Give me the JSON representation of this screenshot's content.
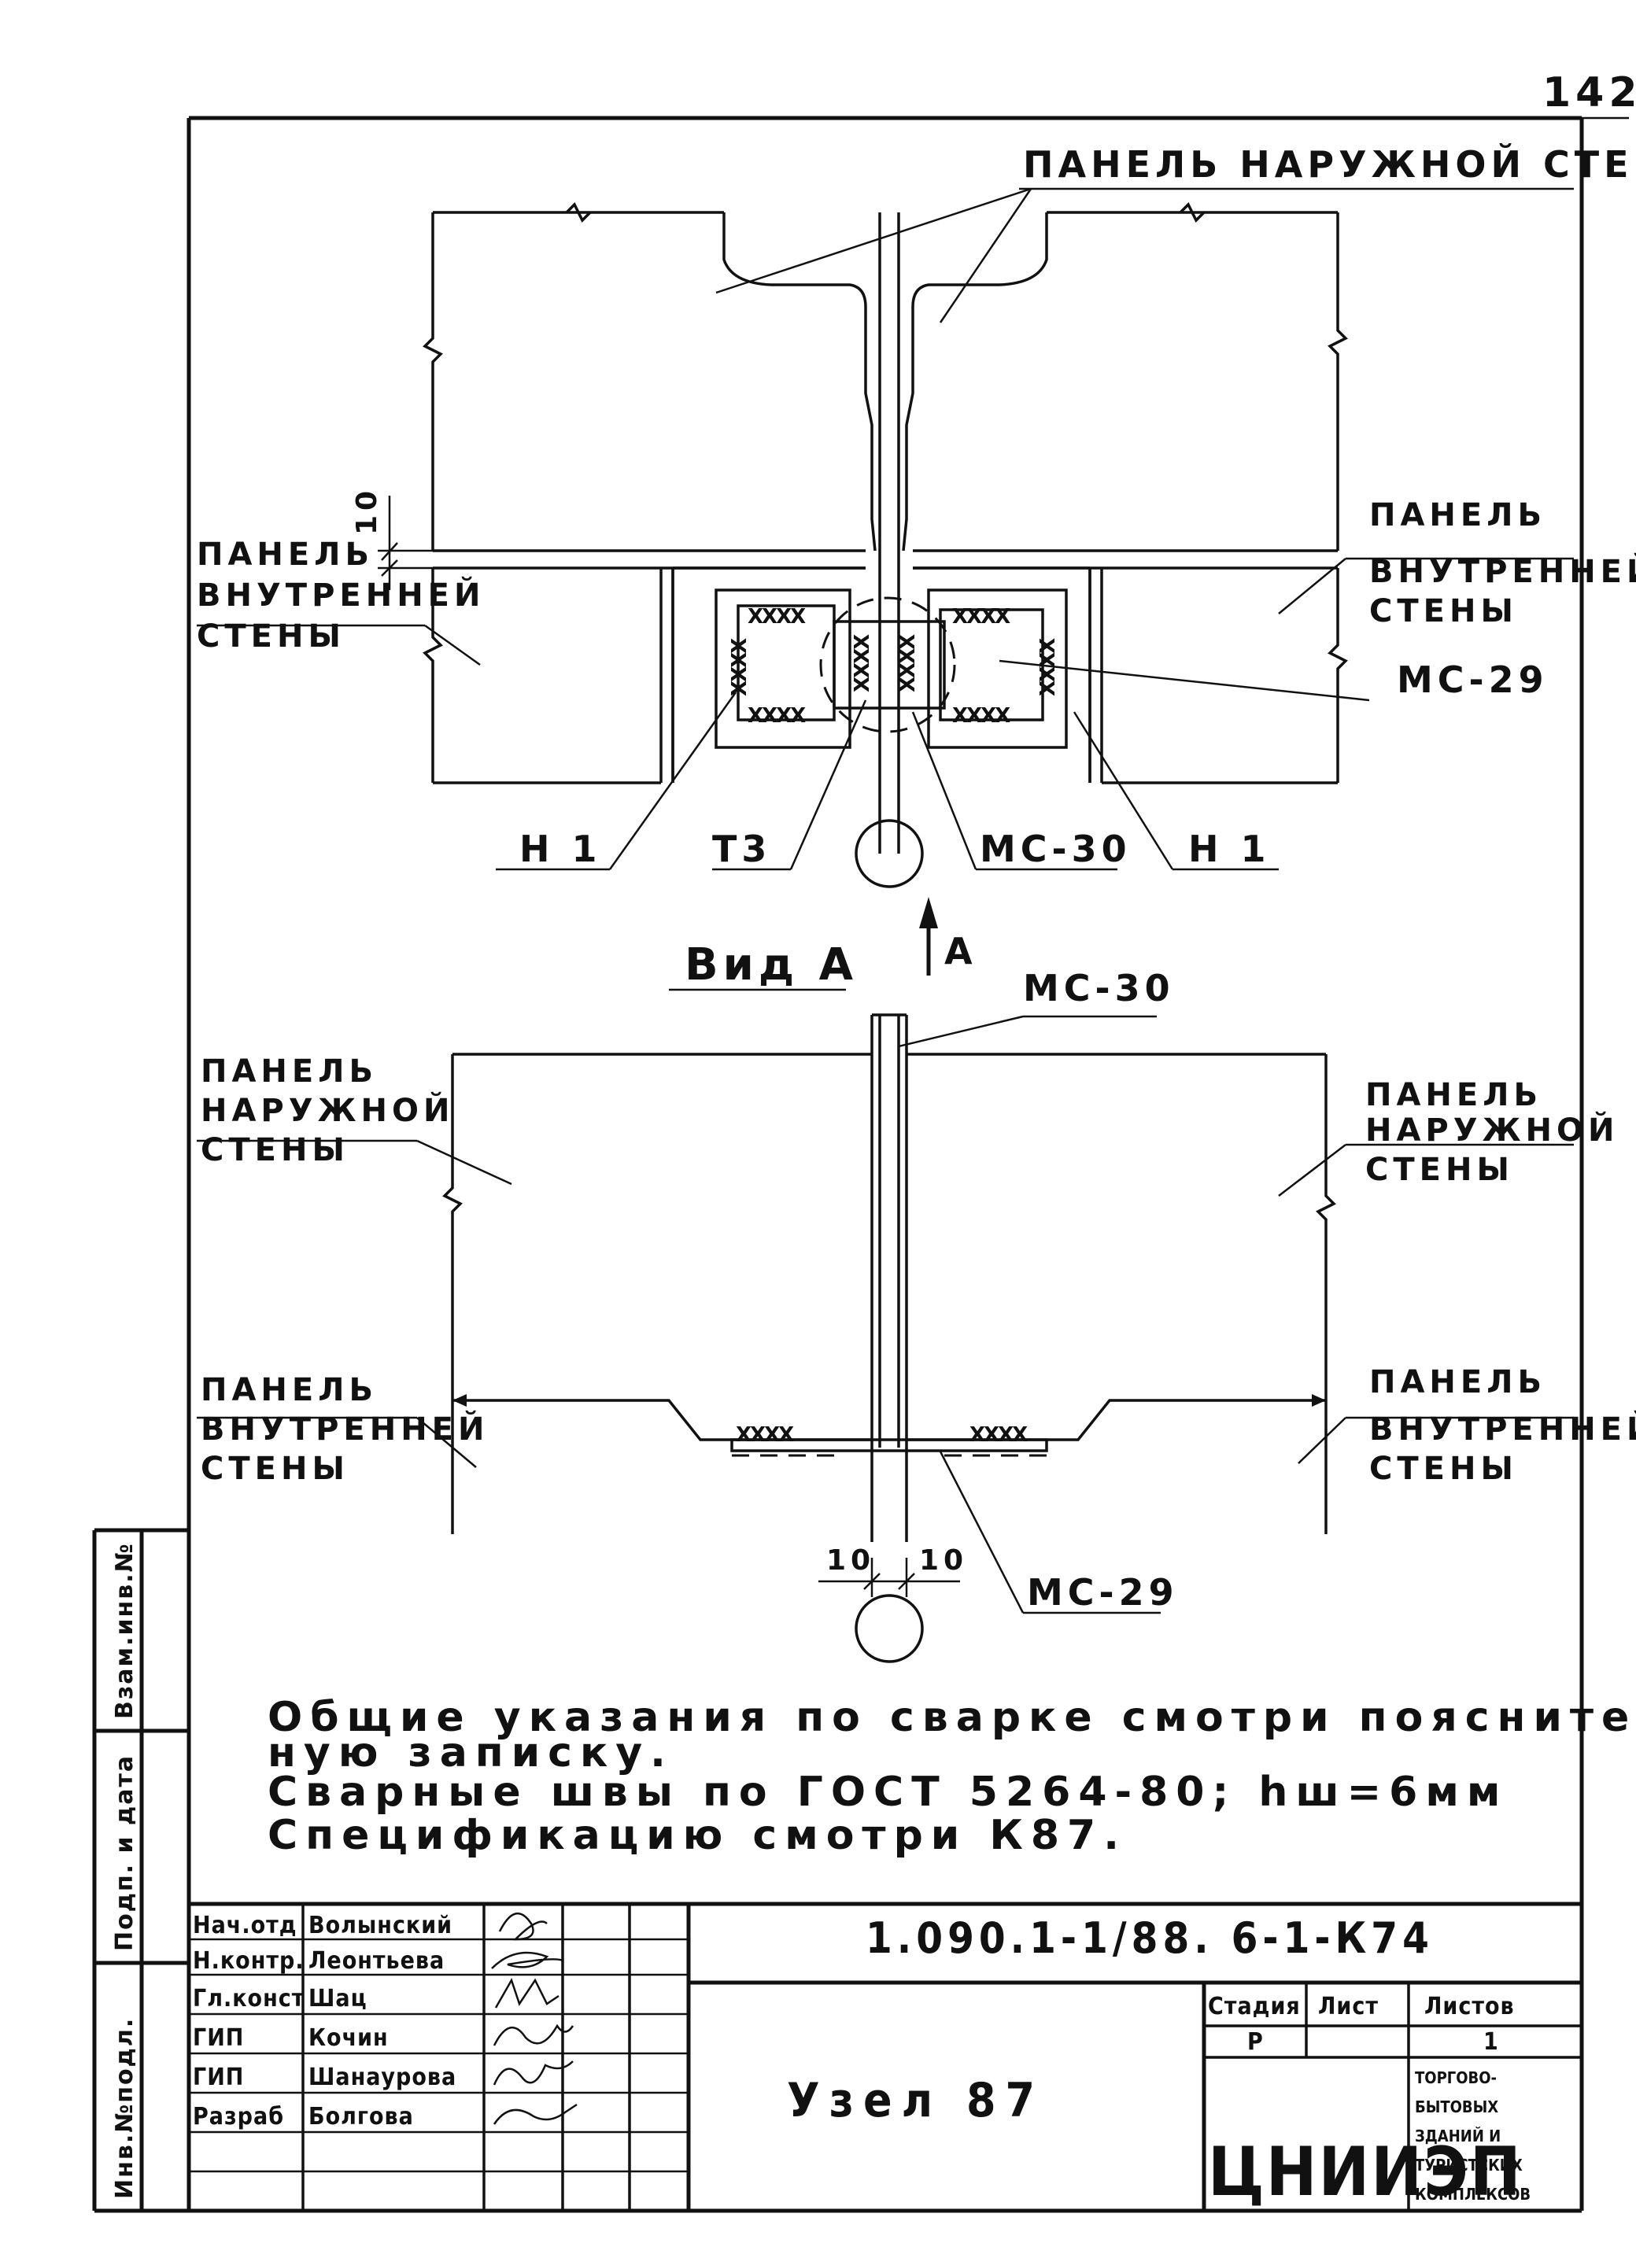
{
  "sheet_number": "142",
  "top_view": {
    "outer_wall_label": "ПАНЕЛЬ НАРУЖНОЙ СТЕНЫ",
    "inner_wall_left": [
      "ПАНЕЛЬ",
      "ВНУТРЕННЕЙ",
      "СТЕНЫ"
    ],
    "inner_wall_right": [
      "ПАНЕЛЬ",
      "ВНУТРЕННЕЙ",
      "СТЕНЫ"
    ],
    "dim_gap": "10",
    "marks": {
      "mc29": "МС-29",
      "h1_left": "Н 1",
      "t3": "Т3",
      "mc30": "МС-30",
      "h1_right": "Н 1"
    },
    "weld_x": "XXXX",
    "arrow_label": "А"
  },
  "view_a": {
    "title": "Вид А",
    "mc30": "МС-30",
    "outer_wall_left": [
      "ПАНЕЛЬ",
      "НАРУЖНОЙ",
      "СТЕНЫ"
    ],
    "outer_wall_right": [
      "ПАНЕЛЬ",
      "НАРУЖНОЙ",
      "СТЕНЫ"
    ],
    "inner_wall_left": [
      "ПАНЕЛЬ",
      "ВНУТРЕННЕЙ",
      "СТЕНЫ"
    ],
    "inner_wall_right": [
      "ПАНЕЛЬ",
      "ВНУТРЕННЕЙ",
      "СТЕНЫ"
    ],
    "dim_left": "10",
    "dim_right": "10",
    "mc29": "МС-29"
  },
  "notes": [
    "Общие указания по сварке смотри пояснитель-",
    "ную записку.",
    "Сварные швы по ГОСТ 5264-80; hш=6мм",
    "Спецификацию смотри К87."
  ],
  "side_stamp": {
    "field1": "Инв.№подл.",
    "field2": "Подп. и дата",
    "field3": "Взам.инв.№"
  },
  "title_block": {
    "document_code": "1.090.1-1/88. 6-1-К74",
    "title": "Узел 87",
    "roles": [
      {
        "role": "Нач.отд",
        "name": "Волынский"
      },
      {
        "role": "Н.контр.",
        "name": "Леонтьева"
      },
      {
        "role": "Гл.конст",
        "name": "Шац"
      },
      {
        "role": "ГИП",
        "name": "Кочин"
      },
      {
        "role": "ГИП",
        "name": "Шанаурова"
      },
      {
        "role": "Разраб",
        "name": "Болгова"
      }
    ],
    "stage_header": "Стадия",
    "sheet_header": "Лист",
    "sheets_header": "Листов",
    "stage_value": "Р",
    "sheets_value": "1",
    "org_logo": "ЦНИИЭП",
    "org_name": [
      "ТОРГОВО-",
      "БЫТОВЫХ",
      "ЗДАНИЙ И",
      "ТУРИСТСКИХ",
      "КОМПЛЕКСОВ"
    ]
  }
}
